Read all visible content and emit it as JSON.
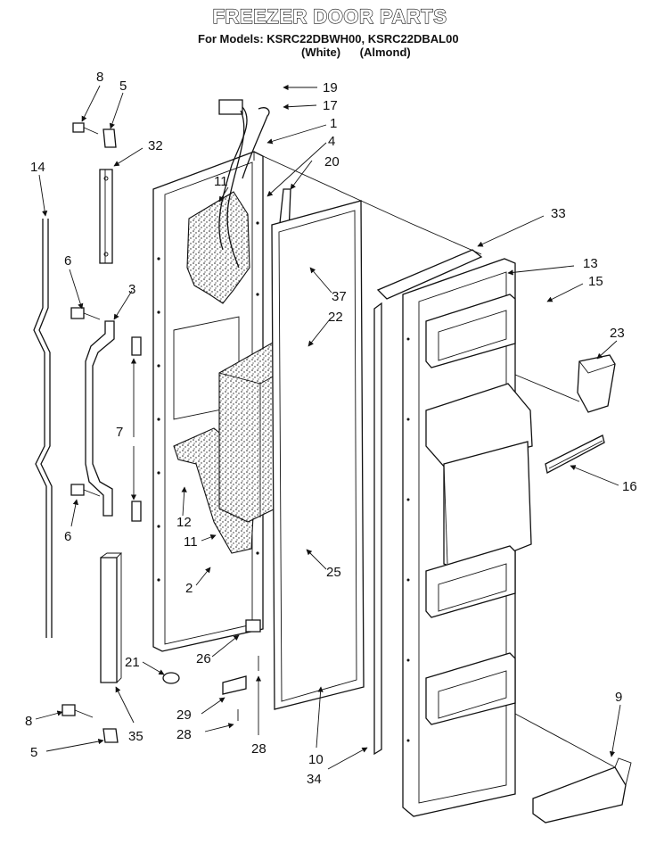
{
  "header": {
    "title": "FREEZER DOOR PARTS",
    "models_line": "For Models: KSRC22DBWH00, KSRC22DBAL00",
    "color_white": "(White)",
    "color_almond": "(Almond)"
  },
  "callouts": {
    "c1": "1",
    "c2": "2",
    "c3": "3",
    "c4": "4",
    "c5a": "5",
    "c5b": "5",
    "c6a": "6",
    "c6b": "6",
    "c7": "7",
    "c8a": "8",
    "c8b": "8",
    "c9": "9",
    "c10": "10",
    "c11a": "11",
    "c11b": "11",
    "c12": "12",
    "c13": "13",
    "c14": "14",
    "c15": "15",
    "c16": "16",
    "c17": "17",
    "c19": "19",
    "c20": "20",
    "c21": "21",
    "c22": "22",
    "c23": "23",
    "c25": "25",
    "c26": "26",
    "c28a": "28",
    "c28b": "28",
    "c29": "29",
    "c32": "32",
    "c33": "33",
    "c34": "34",
    "c35": "35",
    "c37": "37"
  }
}
